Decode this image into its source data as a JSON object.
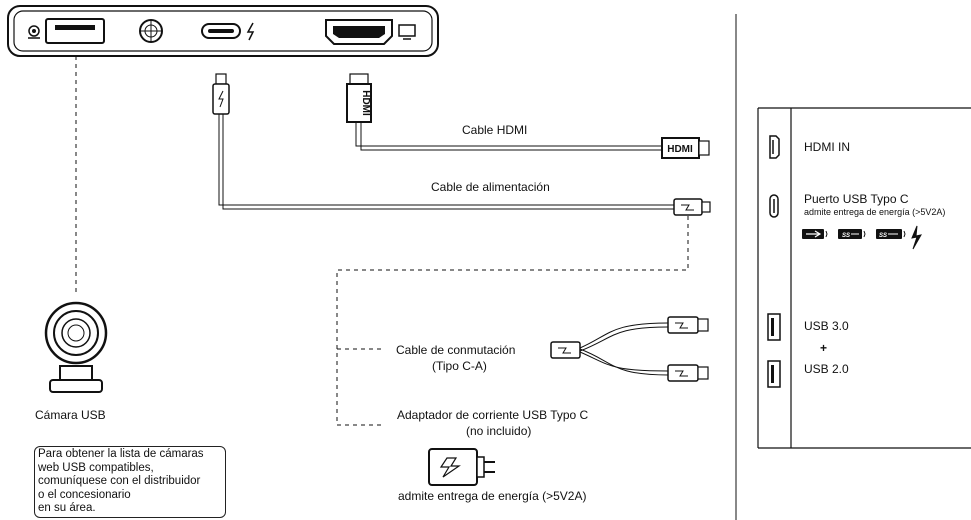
{
  "labels": {
    "hdmi_cable": "Cable HDMI",
    "power_cable": "Cable de alimentación",
    "switch_cable_line1": "Cable de conmutación",
    "switch_cable_line2": "(Tipo C-A)",
    "adapter_line1": "Adaptador de corriente USB Typo C",
    "adapter_line2": "(no incluido)",
    "adapter_caption": "admite entrega de energía (>5V2A)",
    "usb_camera": "Cámara USB",
    "hdmi_plug_text": "HDMI"
  },
  "note": {
    "lines": [
      "Para obtener la lista de cámaras",
      "web USB compatibles,",
      "comuníquese con el distribuidor",
      "o el concesionario",
      "en su área."
    ]
  },
  "side_panel": {
    "hdmi_in": "HDMI IN",
    "usbc_title": "Puerto USB Typo C",
    "usbc_sub": "admite entrega de energía (>5V2A)",
    "usb3": "USB 3.0",
    "plus": "+",
    "usb2": "USB 2.0"
  }
}
